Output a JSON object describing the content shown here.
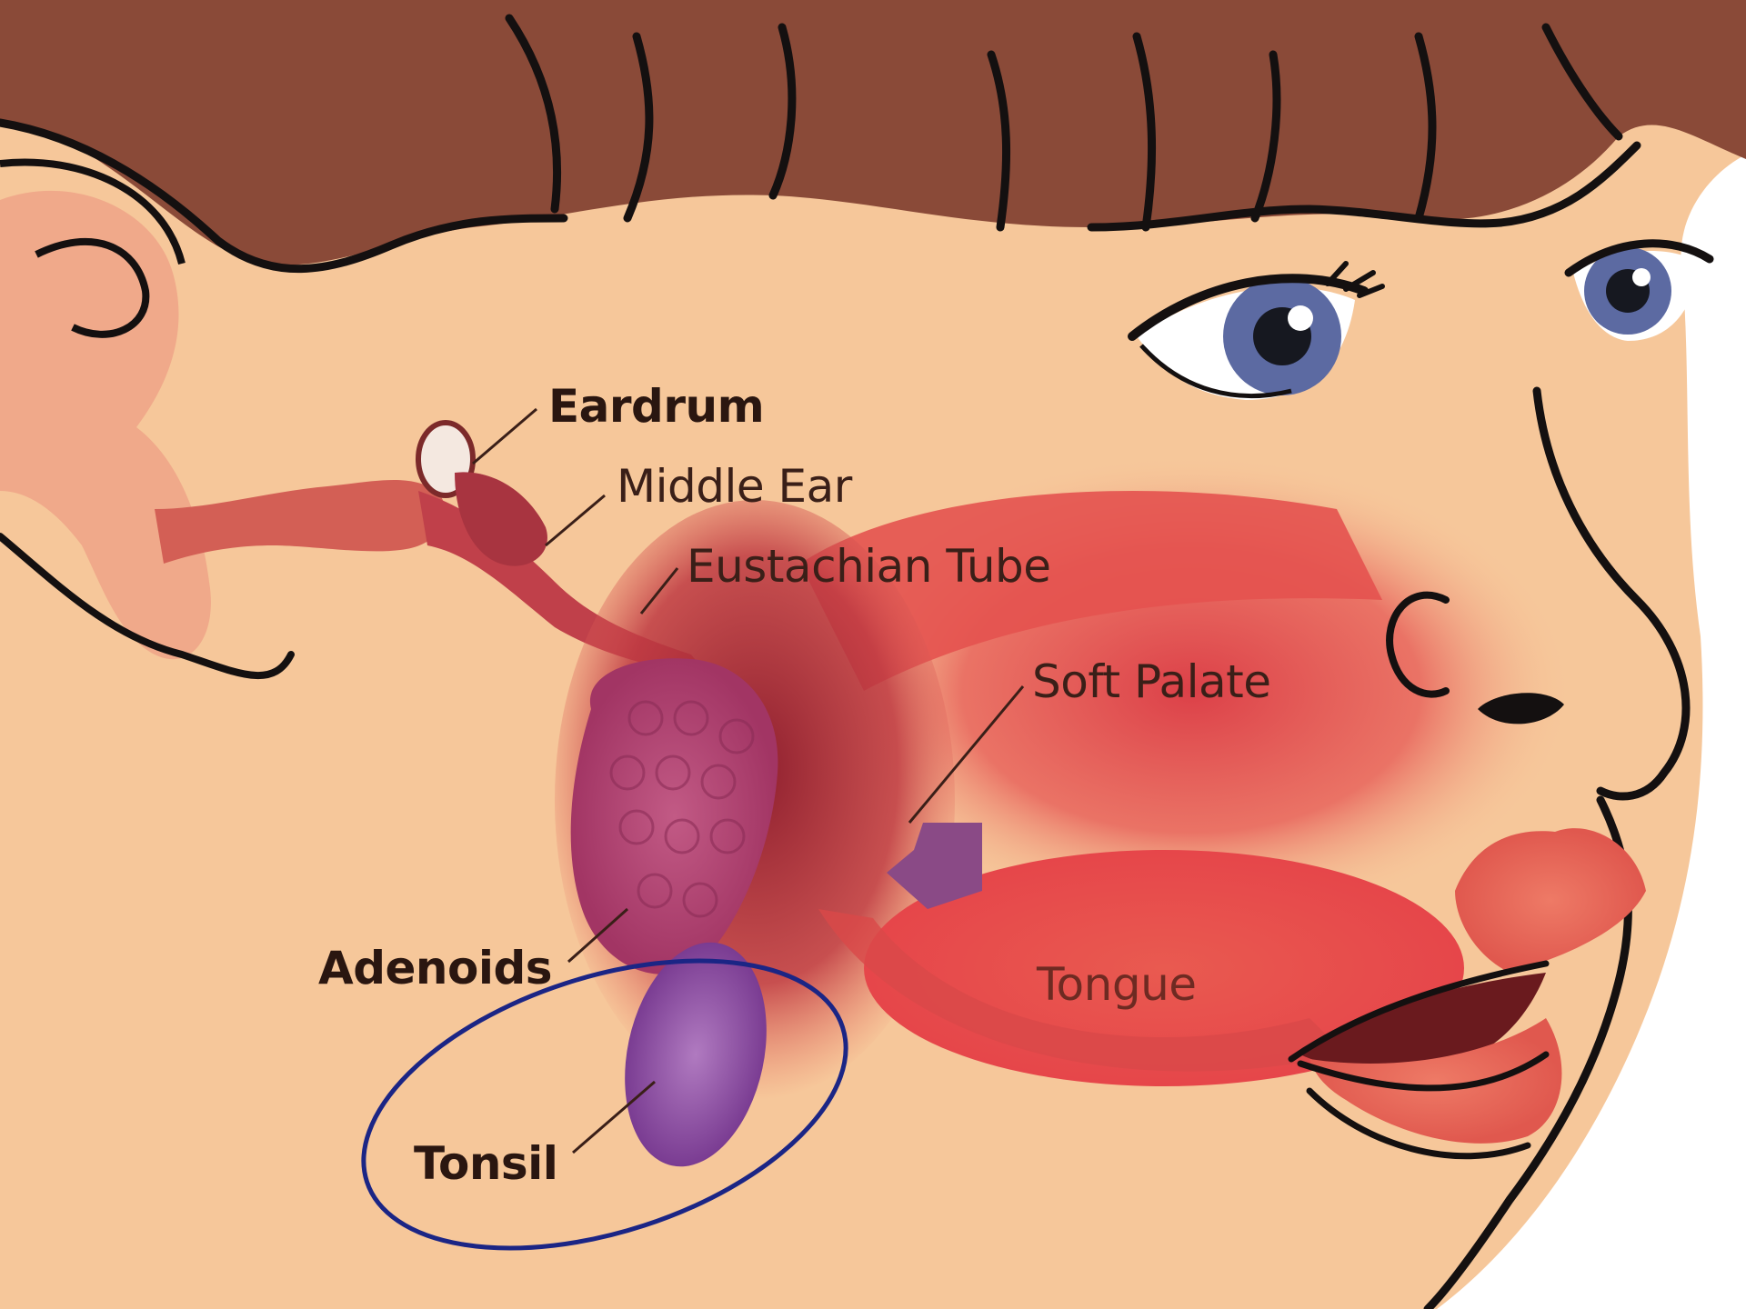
{
  "labels": {
    "eardrum": "Eardrum",
    "middle_ear": "Middle Ear",
    "eustachian_tube": "Eustachian Tube",
    "soft_palate": "Soft Palate",
    "adenoids": "Adenoids",
    "tongue": "Tongue",
    "tonsil": "Tonsil"
  },
  "colors": {
    "skin": "#f6c79a",
    "hair": "#8a4a38",
    "outline": "#141010",
    "throat": "#b02c34",
    "mouth_glow": "#e4524f",
    "tongue": "#e84a46",
    "adenoids": "#b23f6a",
    "tonsil": "#8c4aa0",
    "lips": "#e86656",
    "iris": "#5c6aa2",
    "highlight_ellipse": "#1b2585"
  }
}
